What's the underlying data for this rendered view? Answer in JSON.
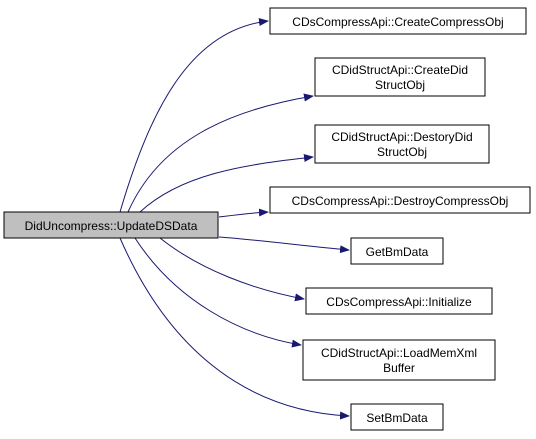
{
  "diagram": {
    "root": {
      "id": "root",
      "label": [
        "DidUncompress::UpdateDSData"
      ],
      "fill": "#bfbfbf"
    },
    "callees": [
      {
        "id": "c1",
        "label": [
          "CDsCompressApi::CreateCompressObj"
        ]
      },
      {
        "id": "c2",
        "label": [
          "CDidStructApi::CreateDid",
          "StructObj"
        ]
      },
      {
        "id": "c3",
        "label": [
          "CDidStructApi::DestoryDid",
          "StructObj"
        ]
      },
      {
        "id": "c4",
        "label": [
          "CDsCompressApi::DestroyCompressObj"
        ]
      },
      {
        "id": "c5",
        "label": [
          "GetBmData"
        ]
      },
      {
        "id": "c6",
        "label": [
          "CDsCompressApi::Initialize"
        ]
      },
      {
        "id": "c7",
        "label": [
          "CDidStructApi::LoadMemXml",
          "Buffer"
        ]
      },
      {
        "id": "c8",
        "label": [
          "SetBmData"
        ]
      }
    ],
    "colors": {
      "node_fill": "#ffffff",
      "border": "#000000",
      "edge": "#191970"
    }
  }
}
